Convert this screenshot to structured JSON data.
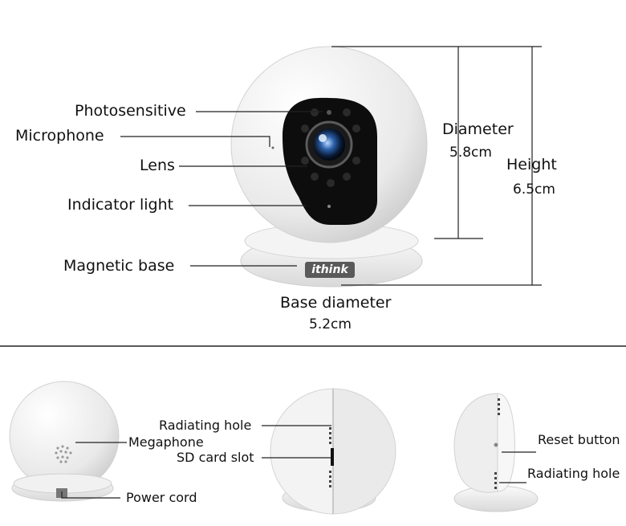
{
  "top_labels": {
    "photosensitive": "Photosensitive",
    "microphone": "Microphone",
    "lens": "Lens",
    "indicator_light": "Indicator light",
    "magnetic_base": "Magnetic base"
  },
  "dimensions": {
    "diameter_label": "Diameter",
    "diameter_value": "5.8cm",
    "height_label": "Height",
    "height_value": "6.5cm",
    "base_diameter_label": "Base diameter",
    "base_diameter_value": "5.2cm"
  },
  "brand": "ithink",
  "bottom_labels": {
    "megaphone": "Megaphone",
    "power_cord": "Power cord",
    "radiating_hole_left": "Radiating hole",
    "sd_card_slot": "SD card slot",
    "reset_button": "Reset button",
    "radiating_hole_right": "Radiating hole"
  }
}
